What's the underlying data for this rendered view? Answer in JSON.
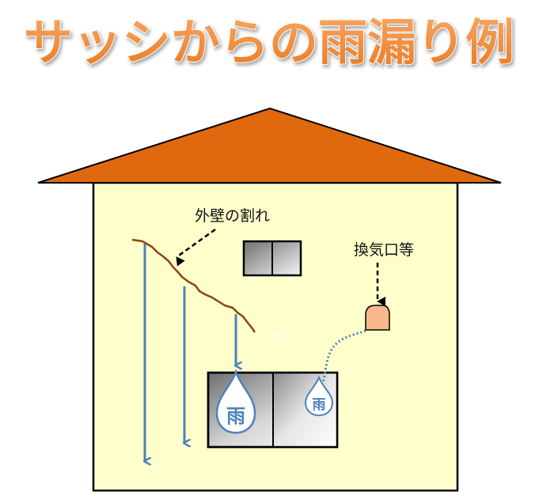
{
  "title": "サッシからの雨漏り例",
  "labels": {
    "wall_crack": "外壁の割れ",
    "vent": "換気口等",
    "faint_mark": "か"
  },
  "drops": {
    "left": "雨",
    "right": "雨"
  },
  "colors": {
    "title_fill": "#f08a3a",
    "roof": "#e0690e",
    "wall": "#ffffcc",
    "arrow_blue": "#4f81bd",
    "crack_brown": "#8b4513",
    "vent_fill": "#f8b88b"
  }
}
